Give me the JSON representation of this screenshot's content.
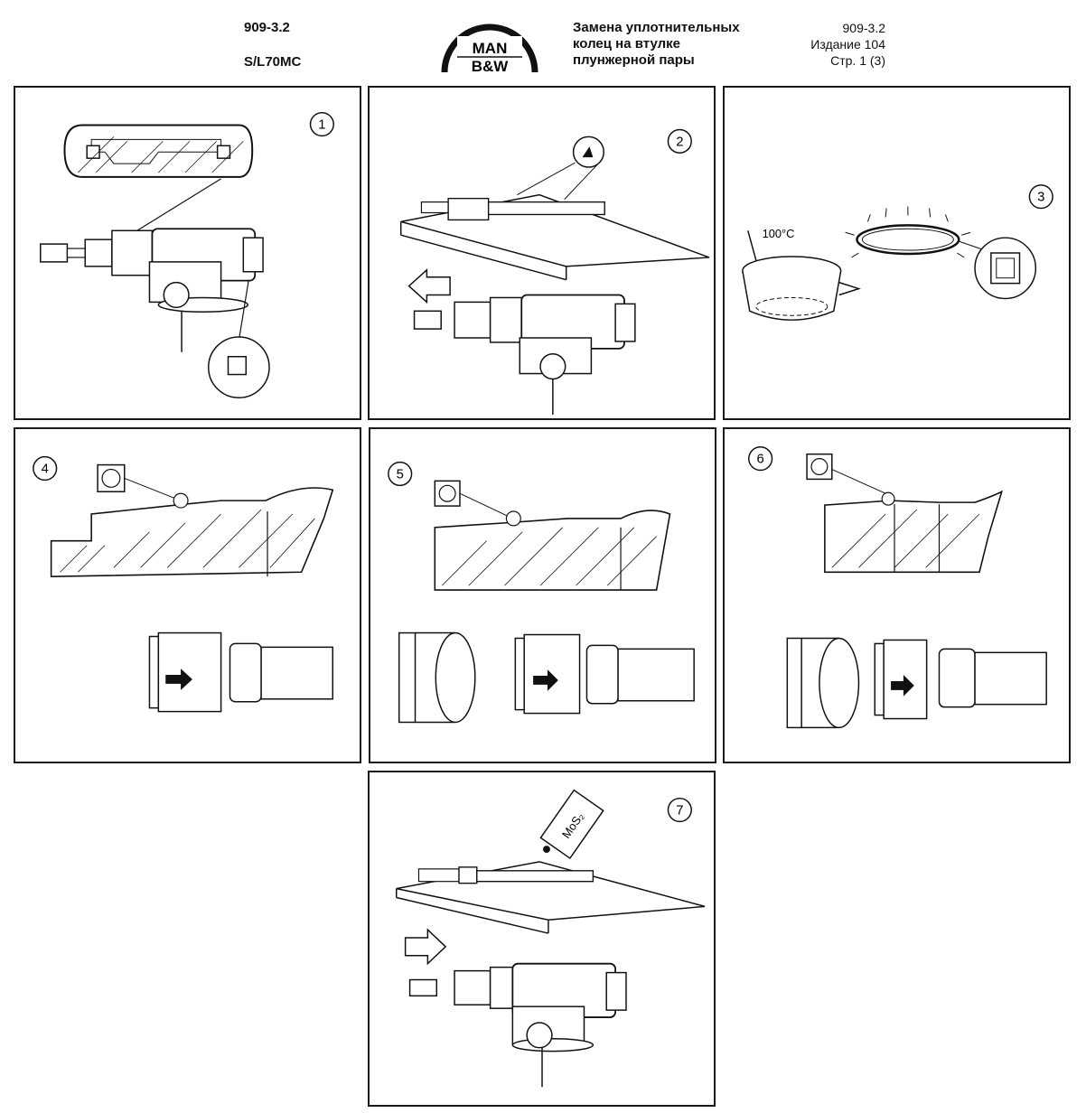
{
  "header": {
    "doc_code": "909-3.2",
    "model": "S/L70MC",
    "logo_line1": "MAN",
    "logo_line2": "B&W",
    "title_lines": [
      "Замена уплотнительных",
      "колец на втулке",
      "плунжерной пары"
    ],
    "right_code": "909-3.2",
    "edition": "Издание 104",
    "page": "Стр. 1 (3)"
  },
  "steps": [
    {
      "number": "1"
    },
    {
      "number": "2"
    },
    {
      "number": "3",
      "temperature_label": "100°C"
    },
    {
      "number": "4"
    },
    {
      "number": "5"
    },
    {
      "number": "6"
    },
    {
      "number": "7",
      "lubricant_label": "MoS₂"
    }
  ],
  "colors": {
    "ink": "#1a1a1a",
    "paper": "#ffffff"
  }
}
